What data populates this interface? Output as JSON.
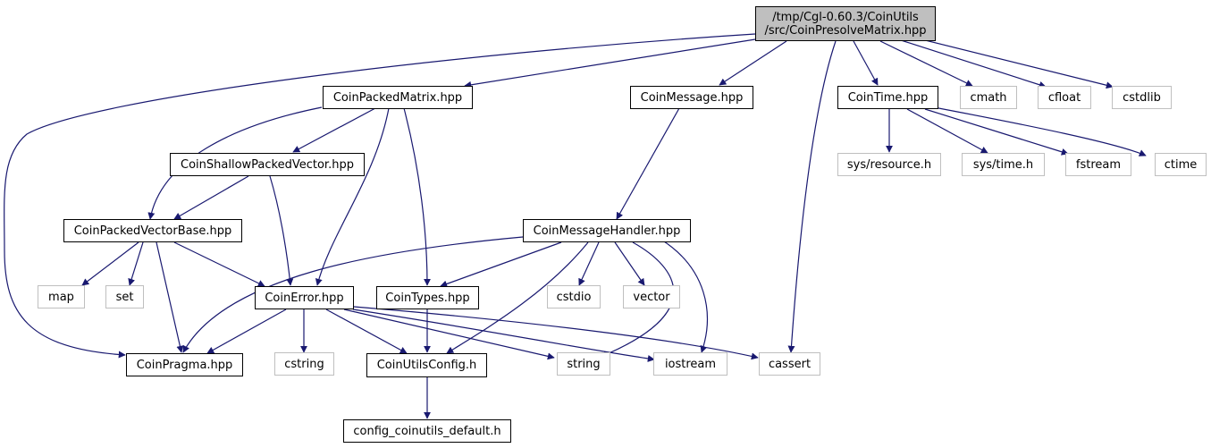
{
  "colors": {
    "edge": "#191970",
    "root_fill": "#bfbfbf",
    "ext_border": "#bfbfbf",
    "node_border": "#000000"
  },
  "nodes": {
    "root_line1": "/tmp/Cgl-0.60.3/CoinUtils",
    "root_line2": "/src/CoinPresolveMatrix.hpp",
    "packed_matrix": "CoinPackedMatrix.hpp",
    "message": "CoinMessage.hpp",
    "time": "CoinTime.hpp",
    "cmath": "cmath",
    "cfloat": "cfloat",
    "cstdlib": "cstdlib",
    "shallow_vector": "CoinShallowPackedVector.hpp",
    "sys_resource": "sys/resource.h",
    "sys_time": "sys/time.h",
    "fstream": "fstream",
    "ctime": "ctime",
    "vector_base": "CoinPackedVectorBase.hpp",
    "message_handler": "CoinMessageHandler.hpp",
    "map": "map",
    "set": "set",
    "error": "CoinError.hpp",
    "types": "CoinTypes.hpp",
    "cstdio": "cstdio",
    "vector": "vector",
    "pragma": "CoinPragma.hpp",
    "cstring": "cstring",
    "utils_config": "CoinUtilsConfig.h",
    "string": "string",
    "iostream": "iostream",
    "cassert": "cassert",
    "config_default": "config_coinutils_default.h"
  }
}
